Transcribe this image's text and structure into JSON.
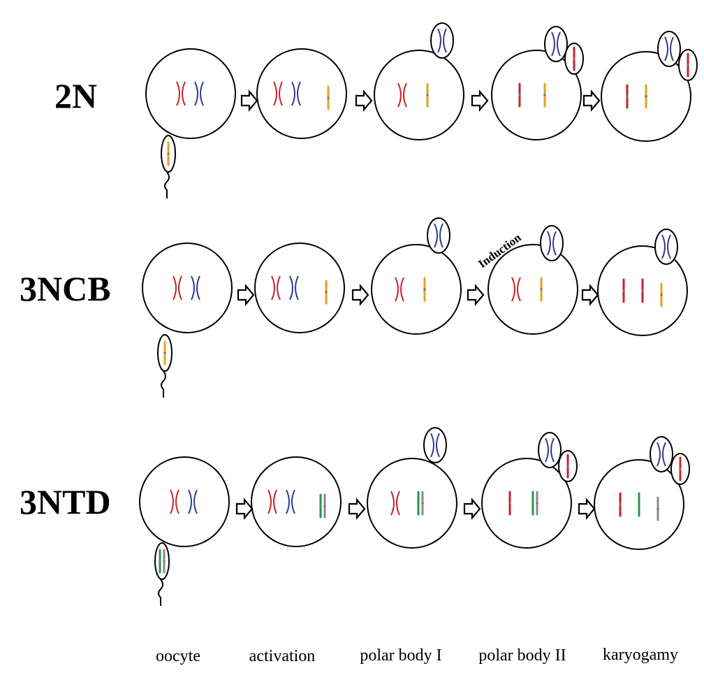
{
  "rows": [
    {
      "label": "2N",
      "egg": [
        "X-red",
        "X-blue"
      ],
      "act": [
        "X-red",
        "X-blue",
        "S-orange"
      ],
      "pb1": [
        "X-red",
        "S-orange"
      ],
      "pb2": [
        "S-red",
        "S-orange"
      ],
      "kar": [
        "S-red",
        "S-orange"
      ],
      "pb1_body": "X-blue",
      "pb2_body": "S-red",
      "sperm": "S-orange",
      "induction": ""
    },
    {
      "label": "3NCB",
      "egg": [
        "X-red",
        "X-blue"
      ],
      "act": [
        "X-red",
        "X-blue",
        "S-orange"
      ],
      "pb1": [
        "X-red",
        "S-orange"
      ],
      "pb2": [
        "X-red",
        "S-orange"
      ],
      "kar": [
        "S-red",
        "S-red",
        "S-orange"
      ],
      "pb1_body": "X-blue",
      "pb2_body": "",
      "sperm": "S-orange",
      "induction": "Induction"
    },
    {
      "label": "3NTD",
      "egg": [
        "X-red",
        "X-blue"
      ],
      "act": [
        "X-red",
        "X-blue",
        "P-green-gray"
      ],
      "pb1": [
        "X-red",
        "P-green-gray"
      ],
      "pb2": [
        "S-red",
        "P-green-gray"
      ],
      "kar": [
        "S-red",
        "S-green",
        "S-gray"
      ],
      "pb1_body": "X-blue",
      "pb2_body": "S-red",
      "sperm": "P-green-gray",
      "induction": ""
    }
  ],
  "stage_labels": [
    "oocyte",
    "activation",
    "polar body I",
    "polar body II",
    "karyogamy"
  ],
  "colors": {
    "red": "#c8202a",
    "blue": "#2e3b8e",
    "orange": "#e8a020",
    "green": "#1e9a4a",
    "gray": "#8a8a8a",
    "outline": "#000000"
  }
}
